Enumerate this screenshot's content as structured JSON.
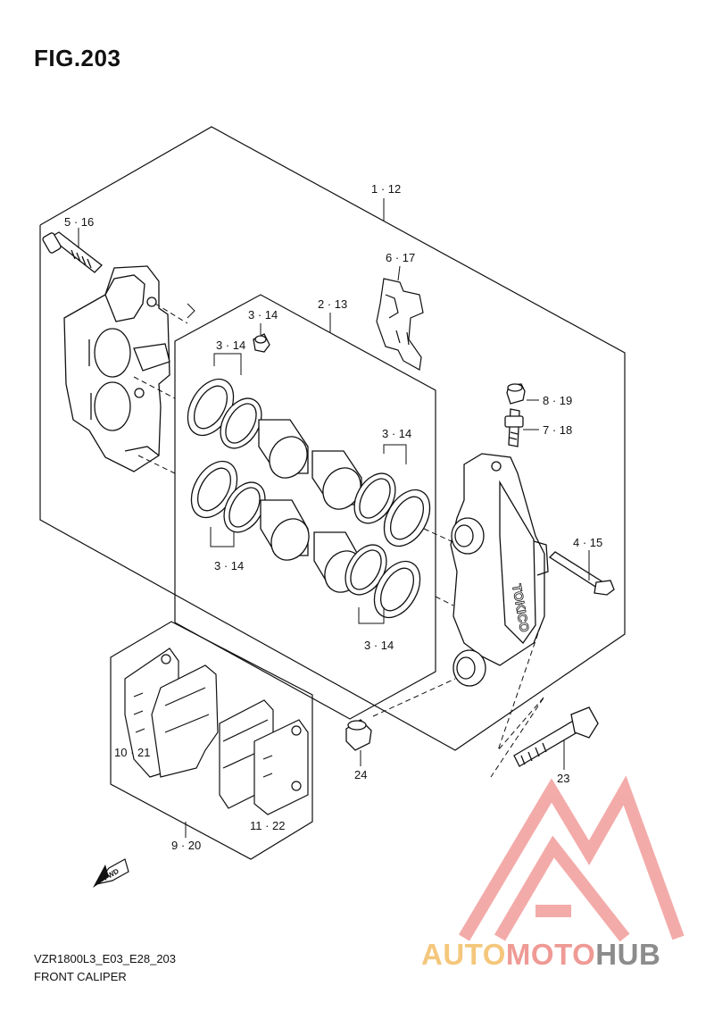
{
  "figure": {
    "title": "FIG.203"
  },
  "callouts": {
    "c1_12": "1 · 12",
    "c5_16": "5 · 16",
    "c6_17": "6 · 17",
    "c2_13": "2 · 13",
    "c3_14_a": "3 · 14",
    "c3_14_b": "3 · 14",
    "c3_14_c": "3 · 14",
    "c3_14_d": "3 · 14",
    "c3_14_e": "3 · 14",
    "c8_19": "8 · 19",
    "c7_18": "7 · 18",
    "c4_15": "4 · 15",
    "c10_21": "10 · 21",
    "c11_22": "11 · 22",
    "c9_20": "9 · 20",
    "c24": "24",
    "c23": "23"
  },
  "fwd_label": "FWD",
  "caliper_marking": "TOKICO",
  "footer": {
    "code": "VZR1800L3_E03_E28_203",
    "name": "FRONT CALIPER"
  },
  "watermark": {
    "part1": "AUTO",
    "part2": "MOTO",
    "part3": "HUB",
    "colors": {
      "part1": "#f4c77c",
      "part2": "#ef9a95",
      "part3": "#8c8c8c"
    }
  }
}
